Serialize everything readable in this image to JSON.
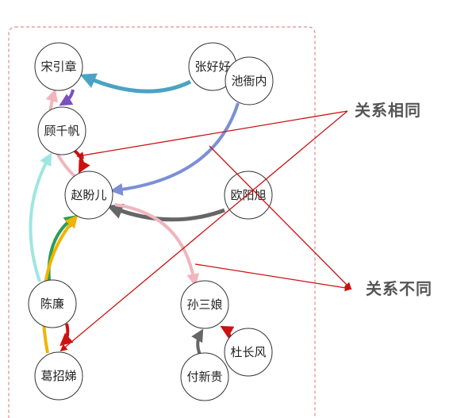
{
  "nodes": {
    "song": "宋引章",
    "zhang": "张好好",
    "chi": "池衙内",
    "gu": "顾千帆",
    "zhao": "赵盼儿",
    "ouyang": "欧阳旭",
    "chen": "陈廉",
    "sun": "孙三娘",
    "du": "杜长风",
    "ge": "葛招娣",
    "fu": "付新贵"
  },
  "annotations": {
    "same": "关系相同",
    "different": "关系不同"
  },
  "colors": {
    "frame": "#e07070",
    "annotation_line": "#cc1111",
    "blue": "#4aa3c3",
    "purple": "#7a4fc0",
    "lavender": "#7b8fd6",
    "red": "#cc1111",
    "pink": "#f2b4bd",
    "gray": "#666666",
    "cyan": "#9fe6e0",
    "green": "#2a9d55",
    "yellow": "#f0b400"
  }
}
